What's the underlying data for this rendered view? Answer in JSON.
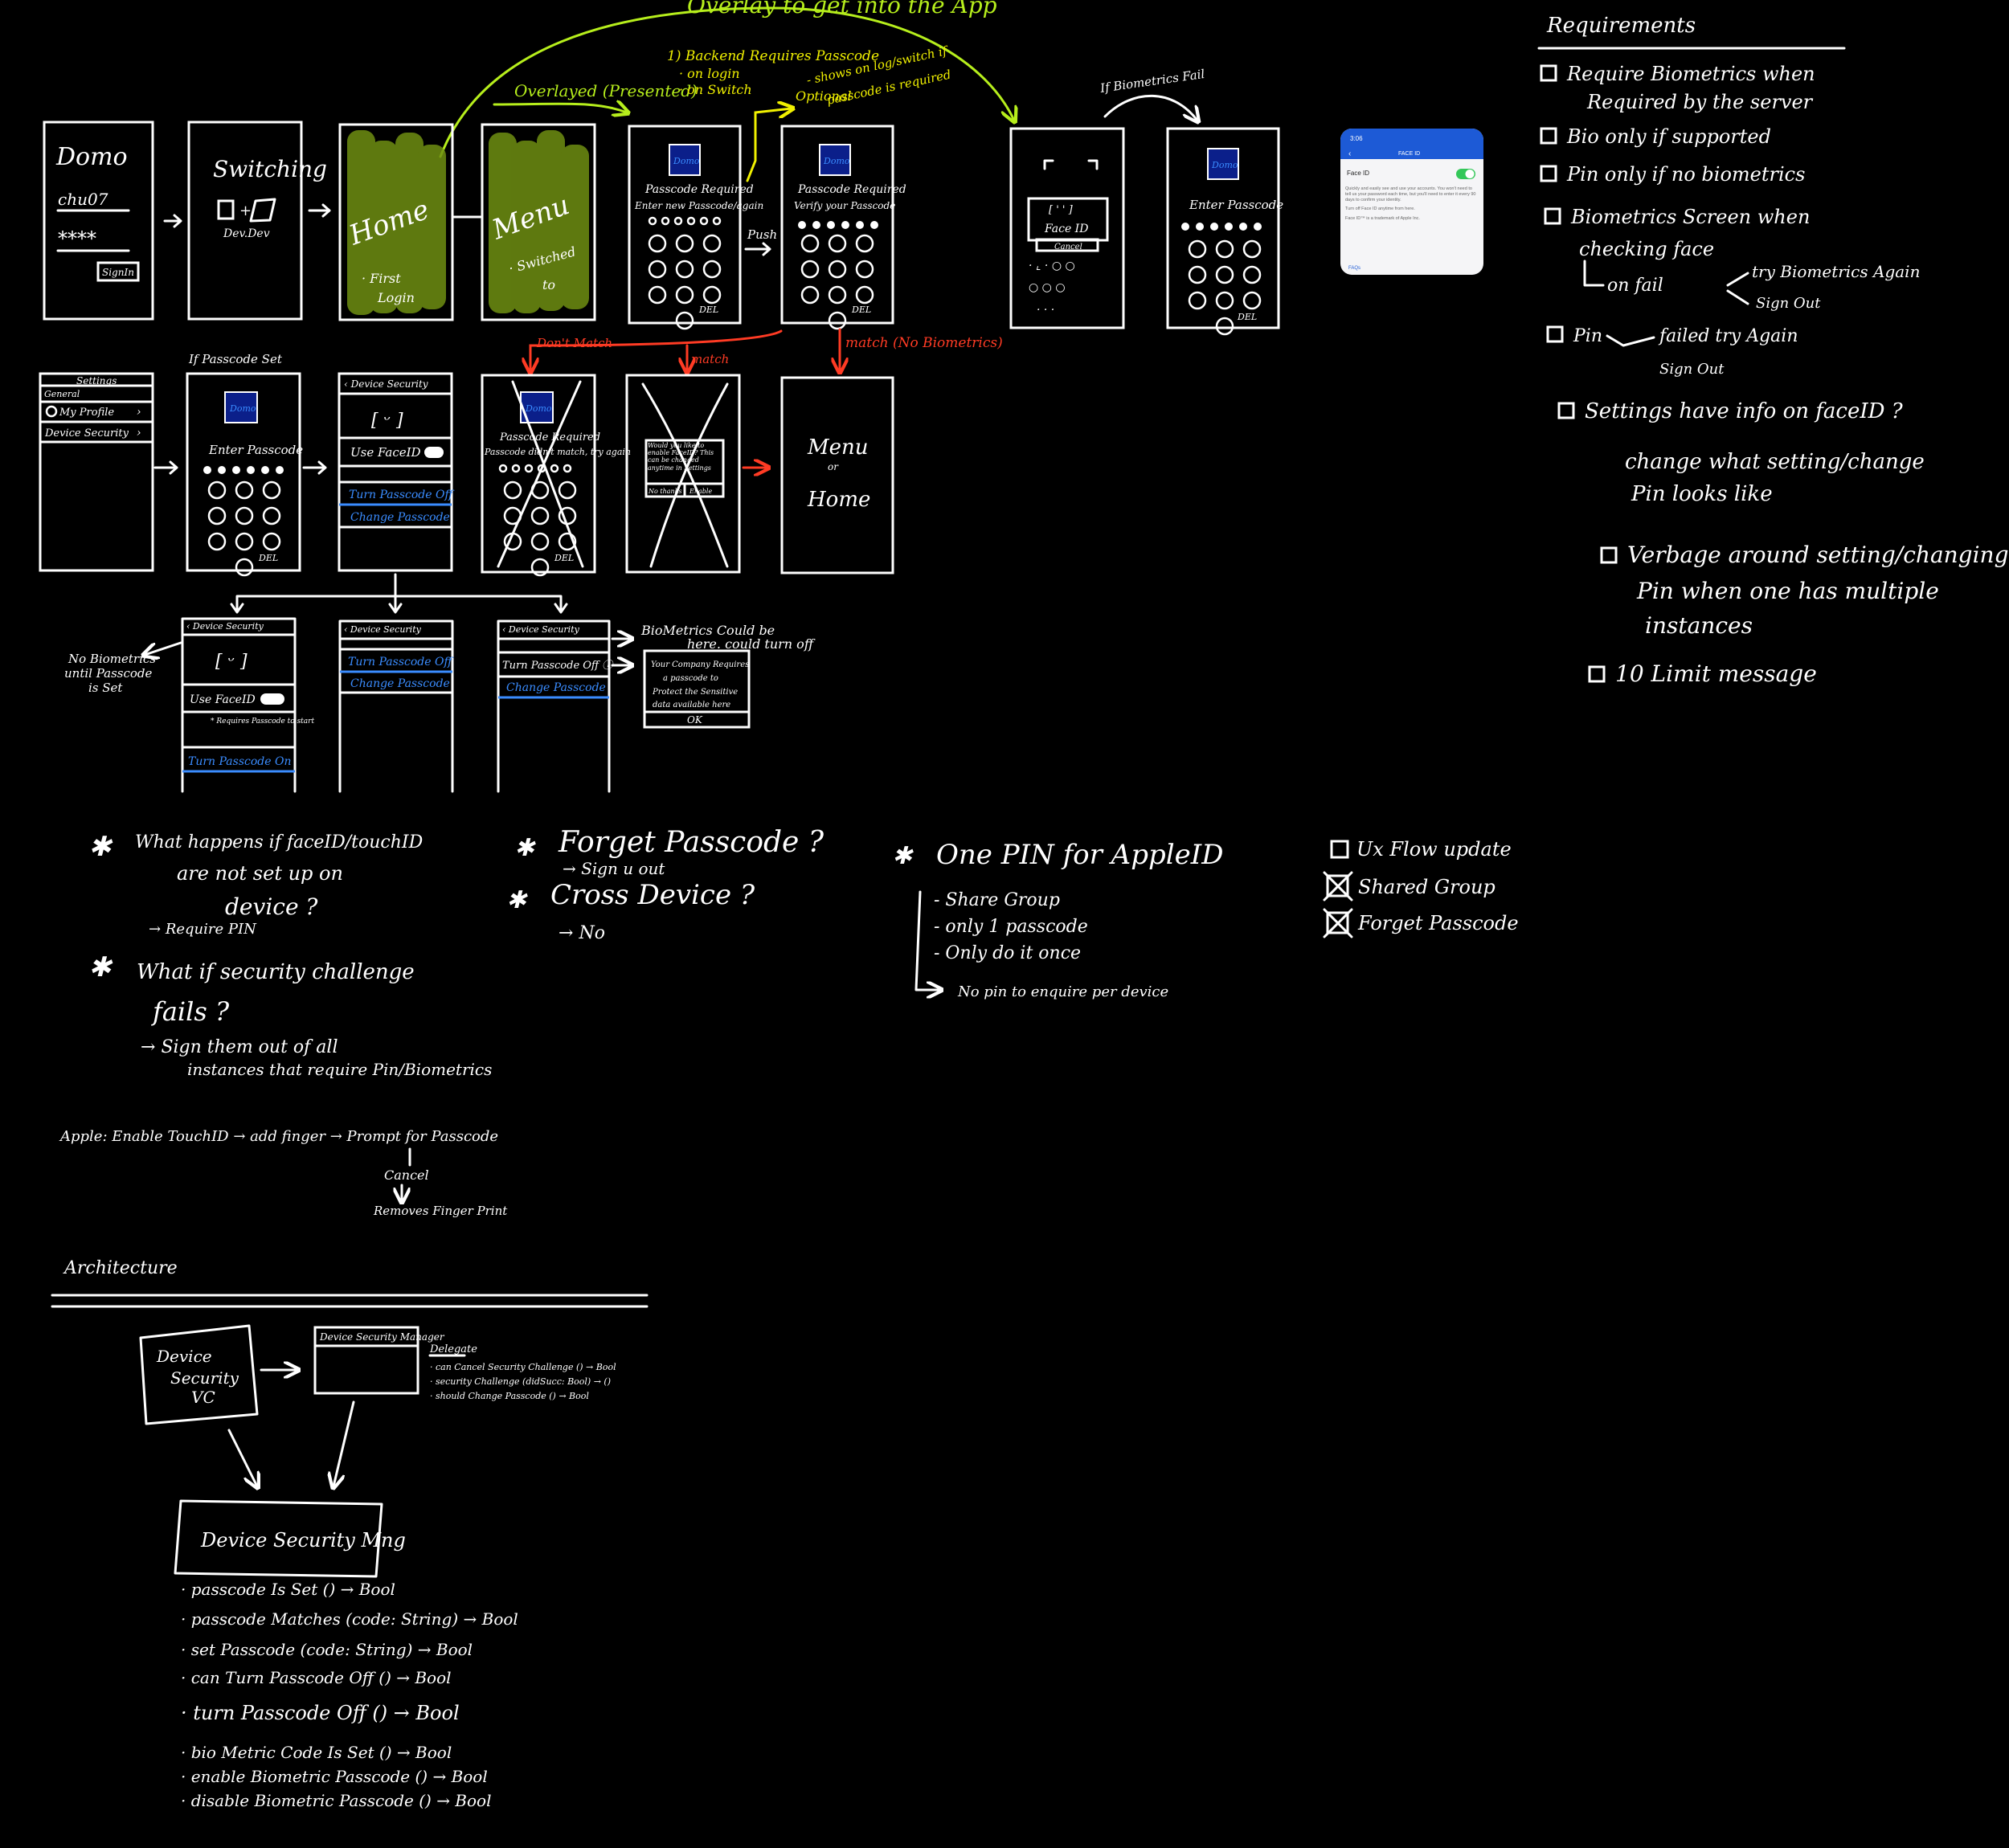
{
  "colors": {
    "background": "#000000",
    "ink": "#ffffff",
    "green": "#b6ee1c",
    "yellow": "#f0f000",
    "red": "#ff3b24",
    "blue": "#3a8cff"
  },
  "flow": {
    "login": {
      "title": "Domo",
      "user": "chu07",
      "password": "****",
      "button": "SignIn"
    },
    "switching": {
      "title": "Switching",
      "sub": "Dev.Dev"
    },
    "home": {
      "title": "Home",
      "note1": "· First",
      "note2": "Login"
    },
    "menu": {
      "title": "Menu",
      "note1": "· Switched",
      "note2": "to"
    },
    "overlay_top": "Overlay to get into the App",
    "overlayed": "Overlayed (Presented)",
    "backend_req": "1) Backend Requires Passcode",
    "backend_1": "· on login",
    "backend_2": "· on Switch",
    "optional_1": "Optional",
    "optional_2": "- shows on log/switch if",
    "optional_3": "passcode is required",
    "push_label": "Push",
    "bio_fail": "If Biometrics Fail",
    "passcode_required": {
      "logo": "Domo",
      "title": "Passcode Required",
      "sub": "Enter new Passcode/again"
    },
    "verify": {
      "logo": "Domo",
      "title": "Passcode Required",
      "sub": "Verify your Passcode"
    },
    "faceid_screen": {
      "label": "Face ID",
      "cancel": "Cancel"
    },
    "enter_passcode": {
      "logo": "Domo",
      "title": "Enter Passcode"
    },
    "keypad_del": "DEL",
    "dont_match": "Don't Match",
    "match": "match",
    "match_nobio": "match (No Biometrics)"
  },
  "phone_screenshot": {
    "time": "3:06",
    "nav_title": "FACE ID",
    "toggle_label": "Face ID",
    "body": "Quickly and easily see and use your accounts. You won't need to tell us your password each time, but you'll need to enter it every 90 days to confirm your identity.",
    "line2": "Turn off Face ID anytime from here.",
    "line3": "Face ID™ is a trademark of Apple Inc.",
    "faq": "FAQs"
  },
  "settings_row": {
    "if_passcode_set": "If Passcode Set",
    "settings": {
      "title": "Settings",
      "general": "General",
      "profile": "My Profile",
      "device_security": "Device Security"
    },
    "enter_passcode": {
      "logo": "Domo",
      "title": "Enter Passcode"
    },
    "device_security": {
      "back": "Device Security",
      "use_faceid": "Use FaceID",
      "turn_off": "Turn Passcode Off",
      "change": "Change Passcode"
    },
    "mismatch": {
      "logo": "Domo",
      "title": "Passcode Required",
      "sub": "Passcode didn't match, try again"
    },
    "alert": {
      "body": "Would you like to enable FaceID? This can be changed anytime in Settings",
      "no": "No thanks",
      "yes": "Enable"
    },
    "menu_home": {
      "menu": "Menu",
      "or": "or",
      "home": "Home"
    }
  },
  "variants": {
    "v1": {
      "back": "Device Security",
      "use_faceid": "Use FaceID",
      "note": "* Requires Passcode to start",
      "turn_on": "Turn Passcode On"
    },
    "v2": {
      "back": "Device Security",
      "turn_off": "Turn Passcode Off",
      "change": "Change Passcode"
    },
    "v3": {
      "back": "Device Security",
      "turn_off": "Turn Passcode Off ⓘ",
      "change": "Change Passcode"
    },
    "no_bio_1": "No Biometrics",
    "no_bio_2": "until Passcode",
    "no_bio_3": "is Set",
    "bio_could_1": "BioMetrics Could be",
    "bio_could_2": "here. could turn off",
    "company_alert": {
      "line1": "Your Company Requires",
      "line2": "a passcode to",
      "line3": "Protect the Sensitive",
      "line4": "data available here",
      "ok": "OK"
    }
  },
  "requirements": {
    "title": "Requirements",
    "items": [
      "Require Biometrics when",
      "Required by the server",
      "Bio only if supported",
      "Pin only if no biometrics",
      "Biometrics Screen when",
      "checking face",
      "on fail",
      "try Biometrics Again",
      "Sign Out",
      "Pin",
      "failed try Again",
      "Sign Out",
      "Settings have info on faceID ?",
      "change what setting/change",
      "Pin looks like",
      "Verbage around setting/changing",
      "Pin when one has multiple",
      "instances",
      "10 Limit message"
    ]
  },
  "questions": {
    "q1_a": "What happens if faceID/touchID",
    "q1_b": "are not set up on",
    "q1_c": "device ?",
    "q1_ans": "Require PIN",
    "q2_a": "What if security challenge",
    "q2_b": "fails ?",
    "q2_ans_a": "Sign them out of all",
    "q2_ans_b": "instances that require Pin/Biometrics",
    "q3_a": "Forget Passcode ?",
    "q3_ans": "Sign u out",
    "q4_a": "Cross Device ?",
    "q4_ans": "No",
    "q5_a": "One PIN for AppleID",
    "q5_l1": "- Share Group",
    "q5_l2": "- only 1 passcode",
    "q5_l3": "- Only do it once",
    "q5_l4": "No pin to enquire per device",
    "todo_1": "Ux Flow update",
    "todo_2": "Shared Group",
    "todo_3": "Forget Passcode",
    "apple_1": "Apple: Enable TouchID → add finger → Prompt for Passcode",
    "apple_2": "Cancel",
    "apple_3": "Removes Finger Print"
  },
  "architecture": {
    "title": "Architecture",
    "vc": {
      "line1": "Device",
      "line2": "Security",
      "line3": "VC"
    },
    "manager_box": "Device Security Manager",
    "delegate": {
      "title": "Delegate",
      "methods": [
        "· can Cancel Security Challenge () → Bool",
        "· security Challenge (didSucc: Bool) → ()",
        "· should Change Passcode () → Bool"
      ]
    },
    "mng_box": "Device Security Mng",
    "methods": [
      "· passcode Is Set () → Bool",
      "· passcode Matches (code: String) → Bool",
      "· set Passcode (code: String) → Bool",
      "· can Turn Passcode Off () → Bool",
      "· turn Passcode Off () → Bool",
      "· bio Metric Code Is Set () → Bool",
      "· enable Biometric Passcode () → Bool",
      "· disable Biometric Passcode () → Bool"
    ]
  }
}
